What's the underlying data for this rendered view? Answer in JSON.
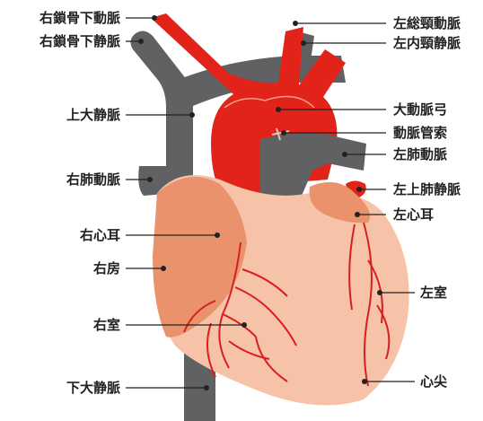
{
  "labels": {
    "right_subclavian_artery": "右鎖骨下動脈",
    "right_subclavian_vein": "右鎖骨下静脈",
    "superior_vena_cava": "上大静脈",
    "right_pulmonary_artery": "右肺動脈",
    "right_auricle": "右心耳",
    "right_atrium": "右房",
    "right_ventricle": "右室",
    "inferior_vena_cava": "下大静脈",
    "left_common_carotid_artery": "左総頸動脈",
    "left_internal_jugular_vein": "左内頸静脈",
    "aortic_arch": "大動脈弓",
    "ligamentum_arteriosum": "動脈管索",
    "left_pulmonary_artery": "左肺動脈",
    "left_superior_pulmonary_vein": "左上肺静脈",
    "left_auricle": "左心耳",
    "left_ventricle": "左室",
    "apex": "心尖"
  },
  "colors": {
    "artery_red": "#e2231a",
    "vein_gray": "#5f6163",
    "heart_skin": "#f6c3a8",
    "atrium_dark": "#e9926c",
    "vessel_line": "#d81f1f",
    "label_text": "#222222"
  }
}
